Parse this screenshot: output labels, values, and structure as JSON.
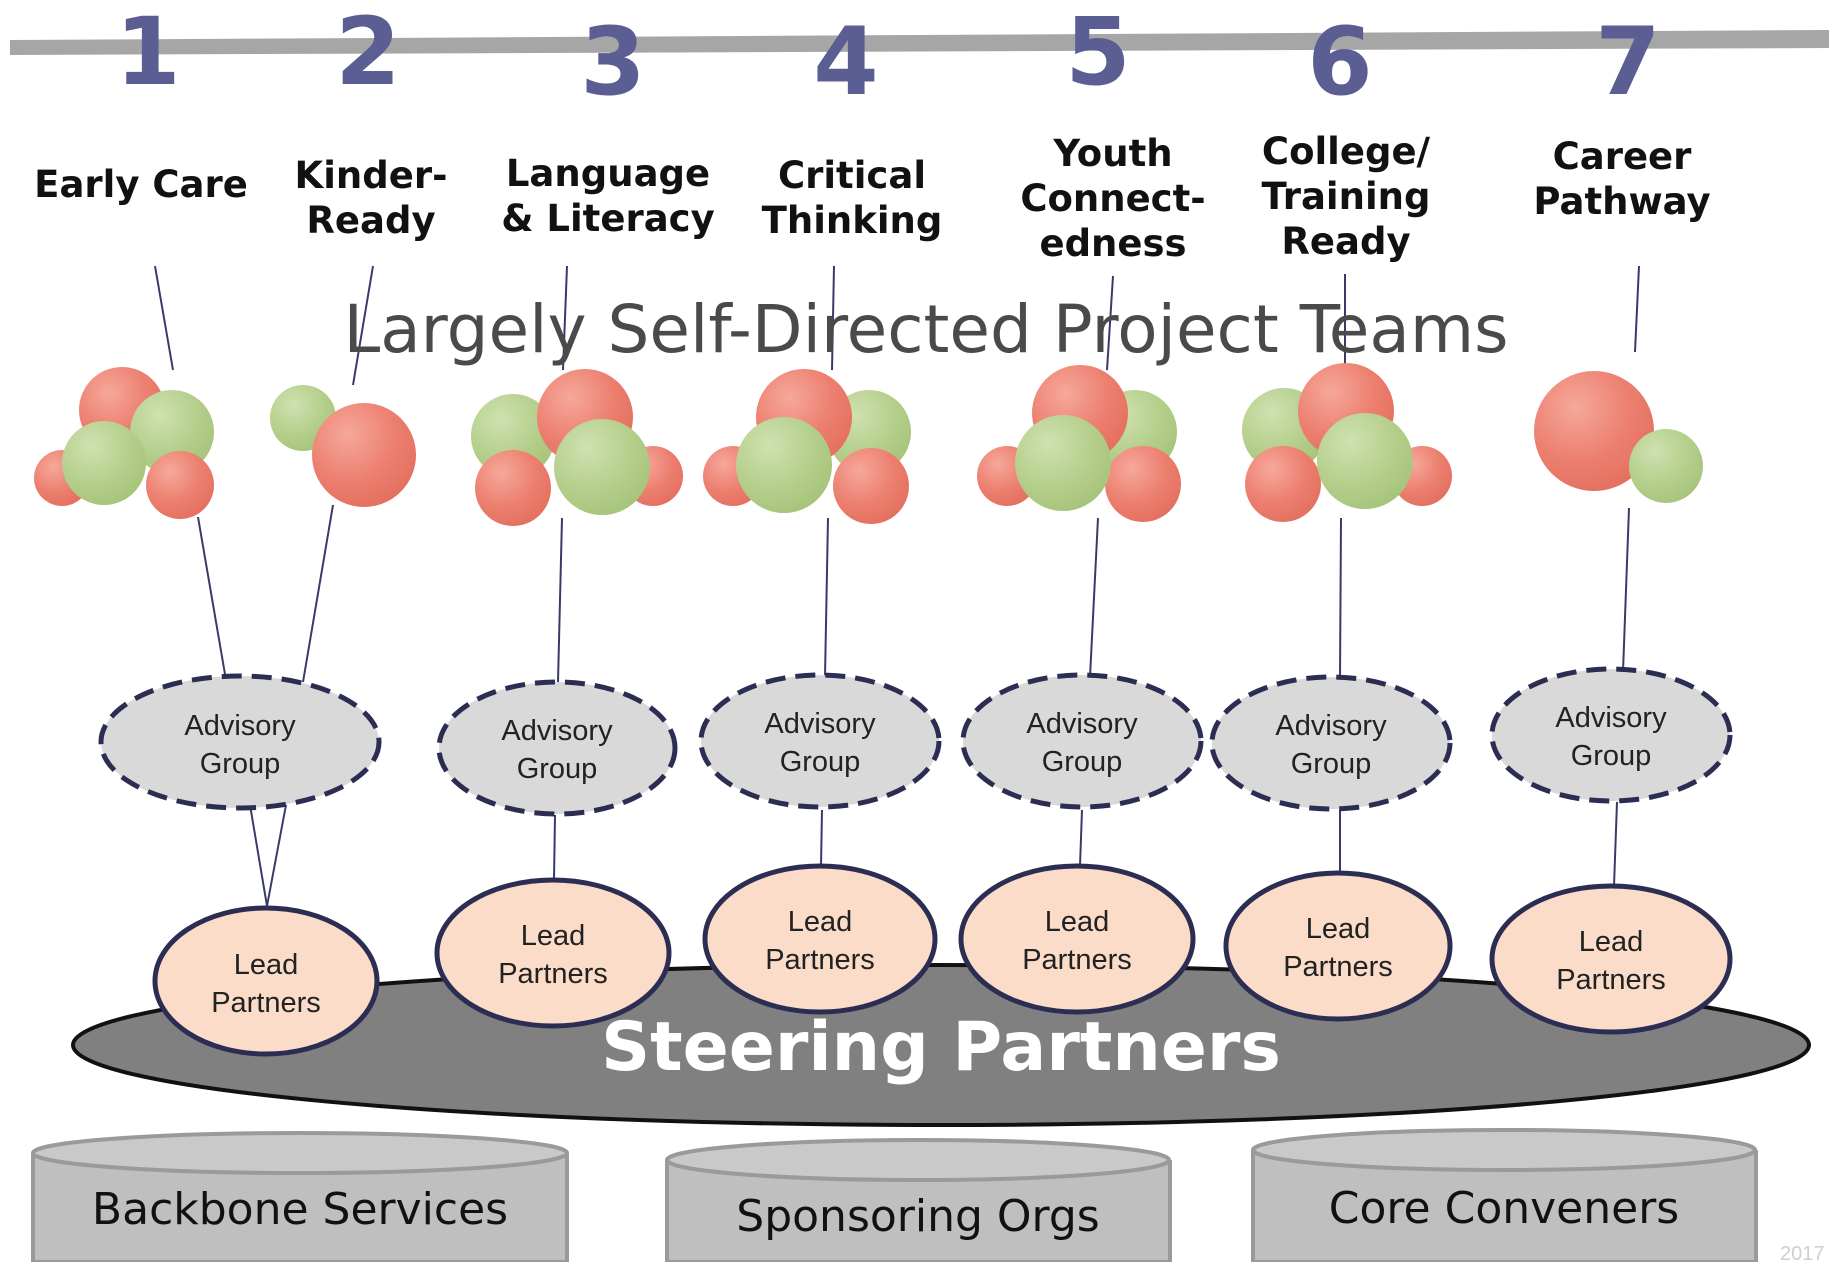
{
  "stages": [
    {
      "number": "1",
      "label_lines": [
        "Early Care"
      ]
    },
    {
      "number": "2",
      "label_lines": [
        "Kinder-",
        "Ready"
      ]
    },
    {
      "number": "3",
      "label_lines": [
        "Language",
        "& Literacy"
      ]
    },
    {
      "number": "4",
      "label_lines": [
        "Critical",
        "Thinking"
      ]
    },
    {
      "number": "5",
      "label_lines": [
        "Youth",
        "Connect-",
        "edness"
      ]
    },
    {
      "number": "6",
      "label_lines": [
        "College/",
        "Training",
        "Ready"
      ]
    },
    {
      "number": "7",
      "label_lines": [
        "Career",
        "Pathway"
      ]
    }
  ],
  "banner": "Largely Self-Directed Project Teams",
  "advisory_group": {
    "line1": "Advisory",
    "line2": "Group"
  },
  "lead_partners": {
    "line1": "Lead",
    "line2": "Partners"
  },
  "steering": "Steering Partners",
  "foundations": [
    "Backbone Services",
    "Sponsoring Orgs",
    "Core Conveners"
  ],
  "year": "2017",
  "colors": {
    "number": "#5b5e93",
    "red_bubble": "#ec7f6f",
    "green_bubble": "#b5cf8c",
    "advisory_fill": "#d9d9d9",
    "advisory_stroke": "#2b2d52",
    "lead_fill": "#fbdcc9",
    "lead_stroke": "#2b2d52",
    "steering_fill": "#808080",
    "foundation_fill": "#bfbfbf",
    "timeline": "#a6a6a6"
  }
}
